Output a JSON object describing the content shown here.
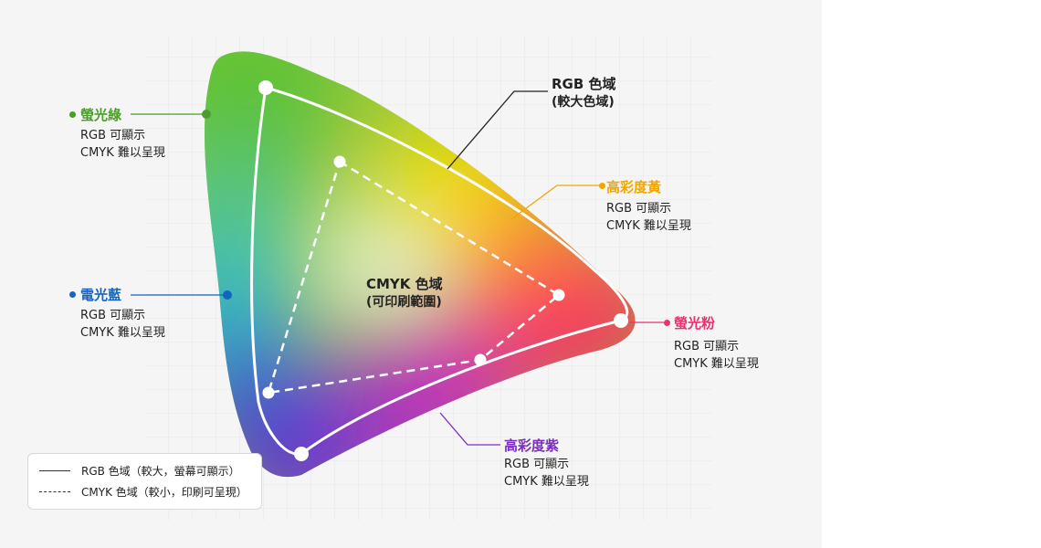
{
  "rgb_gamut": {
    "title": "RGB 色域",
    "subtitle": "(較大色域)"
  },
  "cmyk_gamut": {
    "title": "CMYK 色域",
    "subtitle": "(可印刷範圍)"
  },
  "callouts": {
    "green": {
      "name": "螢光綠",
      "line1": "RGB 可顯示",
      "line2": "CMYK 難以呈現",
      "color": "#4a9e2a"
    },
    "blue": {
      "name": "電光藍",
      "line1": "RGB 可顯示",
      "line2": "CMYK 難以呈現",
      "color": "#1565c0"
    },
    "yellow": {
      "name": "高彩度黃",
      "line1": "RGB 可顯示",
      "line2": "CMYK 難以呈現",
      "color": "#f2a600"
    },
    "pink": {
      "name": "螢光粉",
      "line1": "RGB 可顯示",
      "line2": "CMYK 難以呈現",
      "color": "#e8336f"
    },
    "purple": {
      "name": "高彩度紫",
      "line1": "RGB 可顯示",
      "line2": "CMYK 難以呈現",
      "color": "#7b2fbe"
    }
  },
  "legend": {
    "solid_label": "RGB 色域（較大，螢幕可顯示）",
    "dashed_label": "CMYK 色域（較小，印刷可呈現）"
  }
}
